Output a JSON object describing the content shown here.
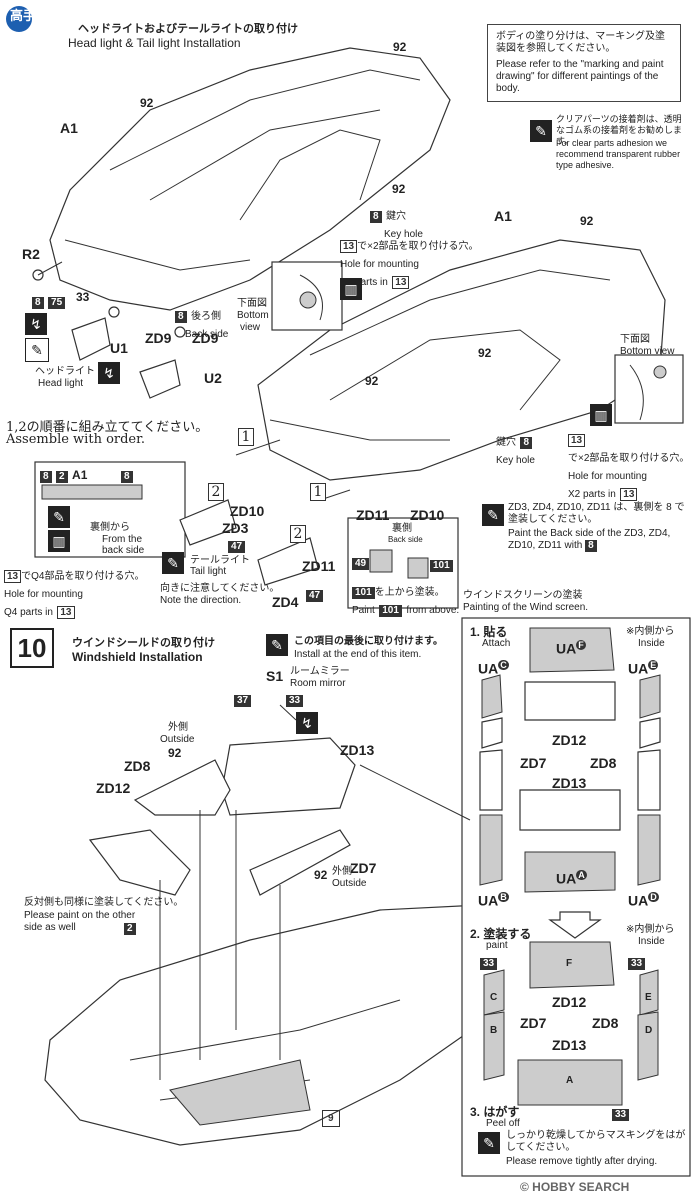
{
  "header": {
    "logo_text": "高手网",
    "title_jp": "ヘッドライトおよびテールライトの取り付け",
    "title_en": "Head light & Tail light Installation"
  },
  "note_paint": {
    "jp": "ボディの塗り分けは、マーキング及塗装図を参照してください。",
    "en": "Please refer to the \"marking and paint drawing\" for different paintings of the body."
  },
  "note_clear": {
    "jp": "クリアパーツの接着剤は、透明なゴム系の接着剤をお勧めします。",
    "en": "For clear parts adhesion we recommend transparent rubber type adhesive."
  },
  "parts": {
    "A1": "A1",
    "92": "92",
    "R2": "R2",
    "8": "8",
    "75": "75",
    "33": "33",
    "U1": "U1",
    "U2": "U2",
    "ZD9": "ZD9",
    "ZD3": "ZD3",
    "ZD4": "ZD4",
    "ZD10": "ZD10",
    "ZD11": "ZD11",
    "47": "47",
    "49": "49",
    "101": "101",
    "2": "2",
    "37": "37"
  },
  "labels": {
    "keyhole_jp": "鍵穴",
    "keyhole_en": "Key hole",
    "bottom_jp": "下面図",
    "bottom_en1": "Bottom",
    "bottom_en2": "view",
    "bottom_en": "Bottom view",
    "back_jp": "後ろ側",
    "back_en": "Back side",
    "headlight_jp": "ヘッドライト",
    "headlight_en": "Head light",
    "x2_jp": "で×2部品を取り付ける穴。",
    "x2_en1": "Hole for mounting",
    "x2_en2": "X2 parts in",
    "x2_num": "13",
    "order_jp": "1,2の順番に組み立ててください。",
    "order_en": "Assemble with order.",
    "from_back_jp": "裏側から",
    "from_back_en1": "From the",
    "from_back_en2": "back side",
    "q4_jp": "でQ4部品を取り付ける穴。",
    "q4_en1": "Hole for mounting",
    "q4_en2": "Q4 parts in",
    "tail_jp": "テールライト",
    "tail_en": "Tail light",
    "direction_jp": "向きに注意してください。",
    "direction_en": "Note the direction.",
    "backside_jp": "裏側",
    "backside_en": "Back side",
    "from_above_jp": "を上から塗装。",
    "from_above_en1": "Paint",
    "from_above_en2": "from above.",
    "zd_paint_jp": "ZD3, ZD4, ZD10, ZD11 は、裏側を 8 で塗装してください。",
    "zd_paint_en": "Paint the Back side of the ZD3, ZD4, ZD10, ZD11 with",
    "seq1": "1",
    "seq2": "2"
  },
  "step10": {
    "number": "10",
    "title_jp": "ウインドシールドの取り付け",
    "title_en": "Windshield Installation",
    "install_jp": "この項目の最後に取り付けます。",
    "install_en": "Install at the end of this item.",
    "mirror_part": "S1",
    "mirror_jp": "ルームミラー",
    "mirror_en": "Room mirror",
    "outside_jp": "外側",
    "outside_en": "Outside",
    "zd8": "ZD8",
    "zd12": "ZD12",
    "zd13": "ZD13",
    "zd7": "ZD7",
    "other_side_jp": "反対側も同様に塗装してください。",
    "other_side_en1": "Please paint on the other",
    "other_side_en2": "side as well",
    "part9": "9"
  },
  "windscreen": {
    "title_jp": "ウインドスクリーンの塗装",
    "title_en": "Painting of the Wind screen.",
    "step1_jp": "1. 貼る",
    "step1_en": "Attach",
    "inside_jp": "※内側から",
    "inside_en": "Inside",
    "ua_f": "UA",
    "ua_c": "UA",
    "ua_e": "UA",
    "ua_a": "UA",
    "ua_b": "UA",
    "ua_d": "UA",
    "circ_f": "F",
    "circ_c": "C",
    "circ_e": "E",
    "circ_a": "A",
    "circ_b": "B",
    "circ_d": "D",
    "step2_jp": "2. 塗装する",
    "step2_en": "paint",
    "step3_jp": "3. はがす",
    "step3_en": "Peel off",
    "dry_jp": "しっかり乾燥してからマスキングをはがしてください。",
    "dry_en": "Please remove tightly after drying."
  },
  "watermark": "© HOBBY SEARCH"
}
